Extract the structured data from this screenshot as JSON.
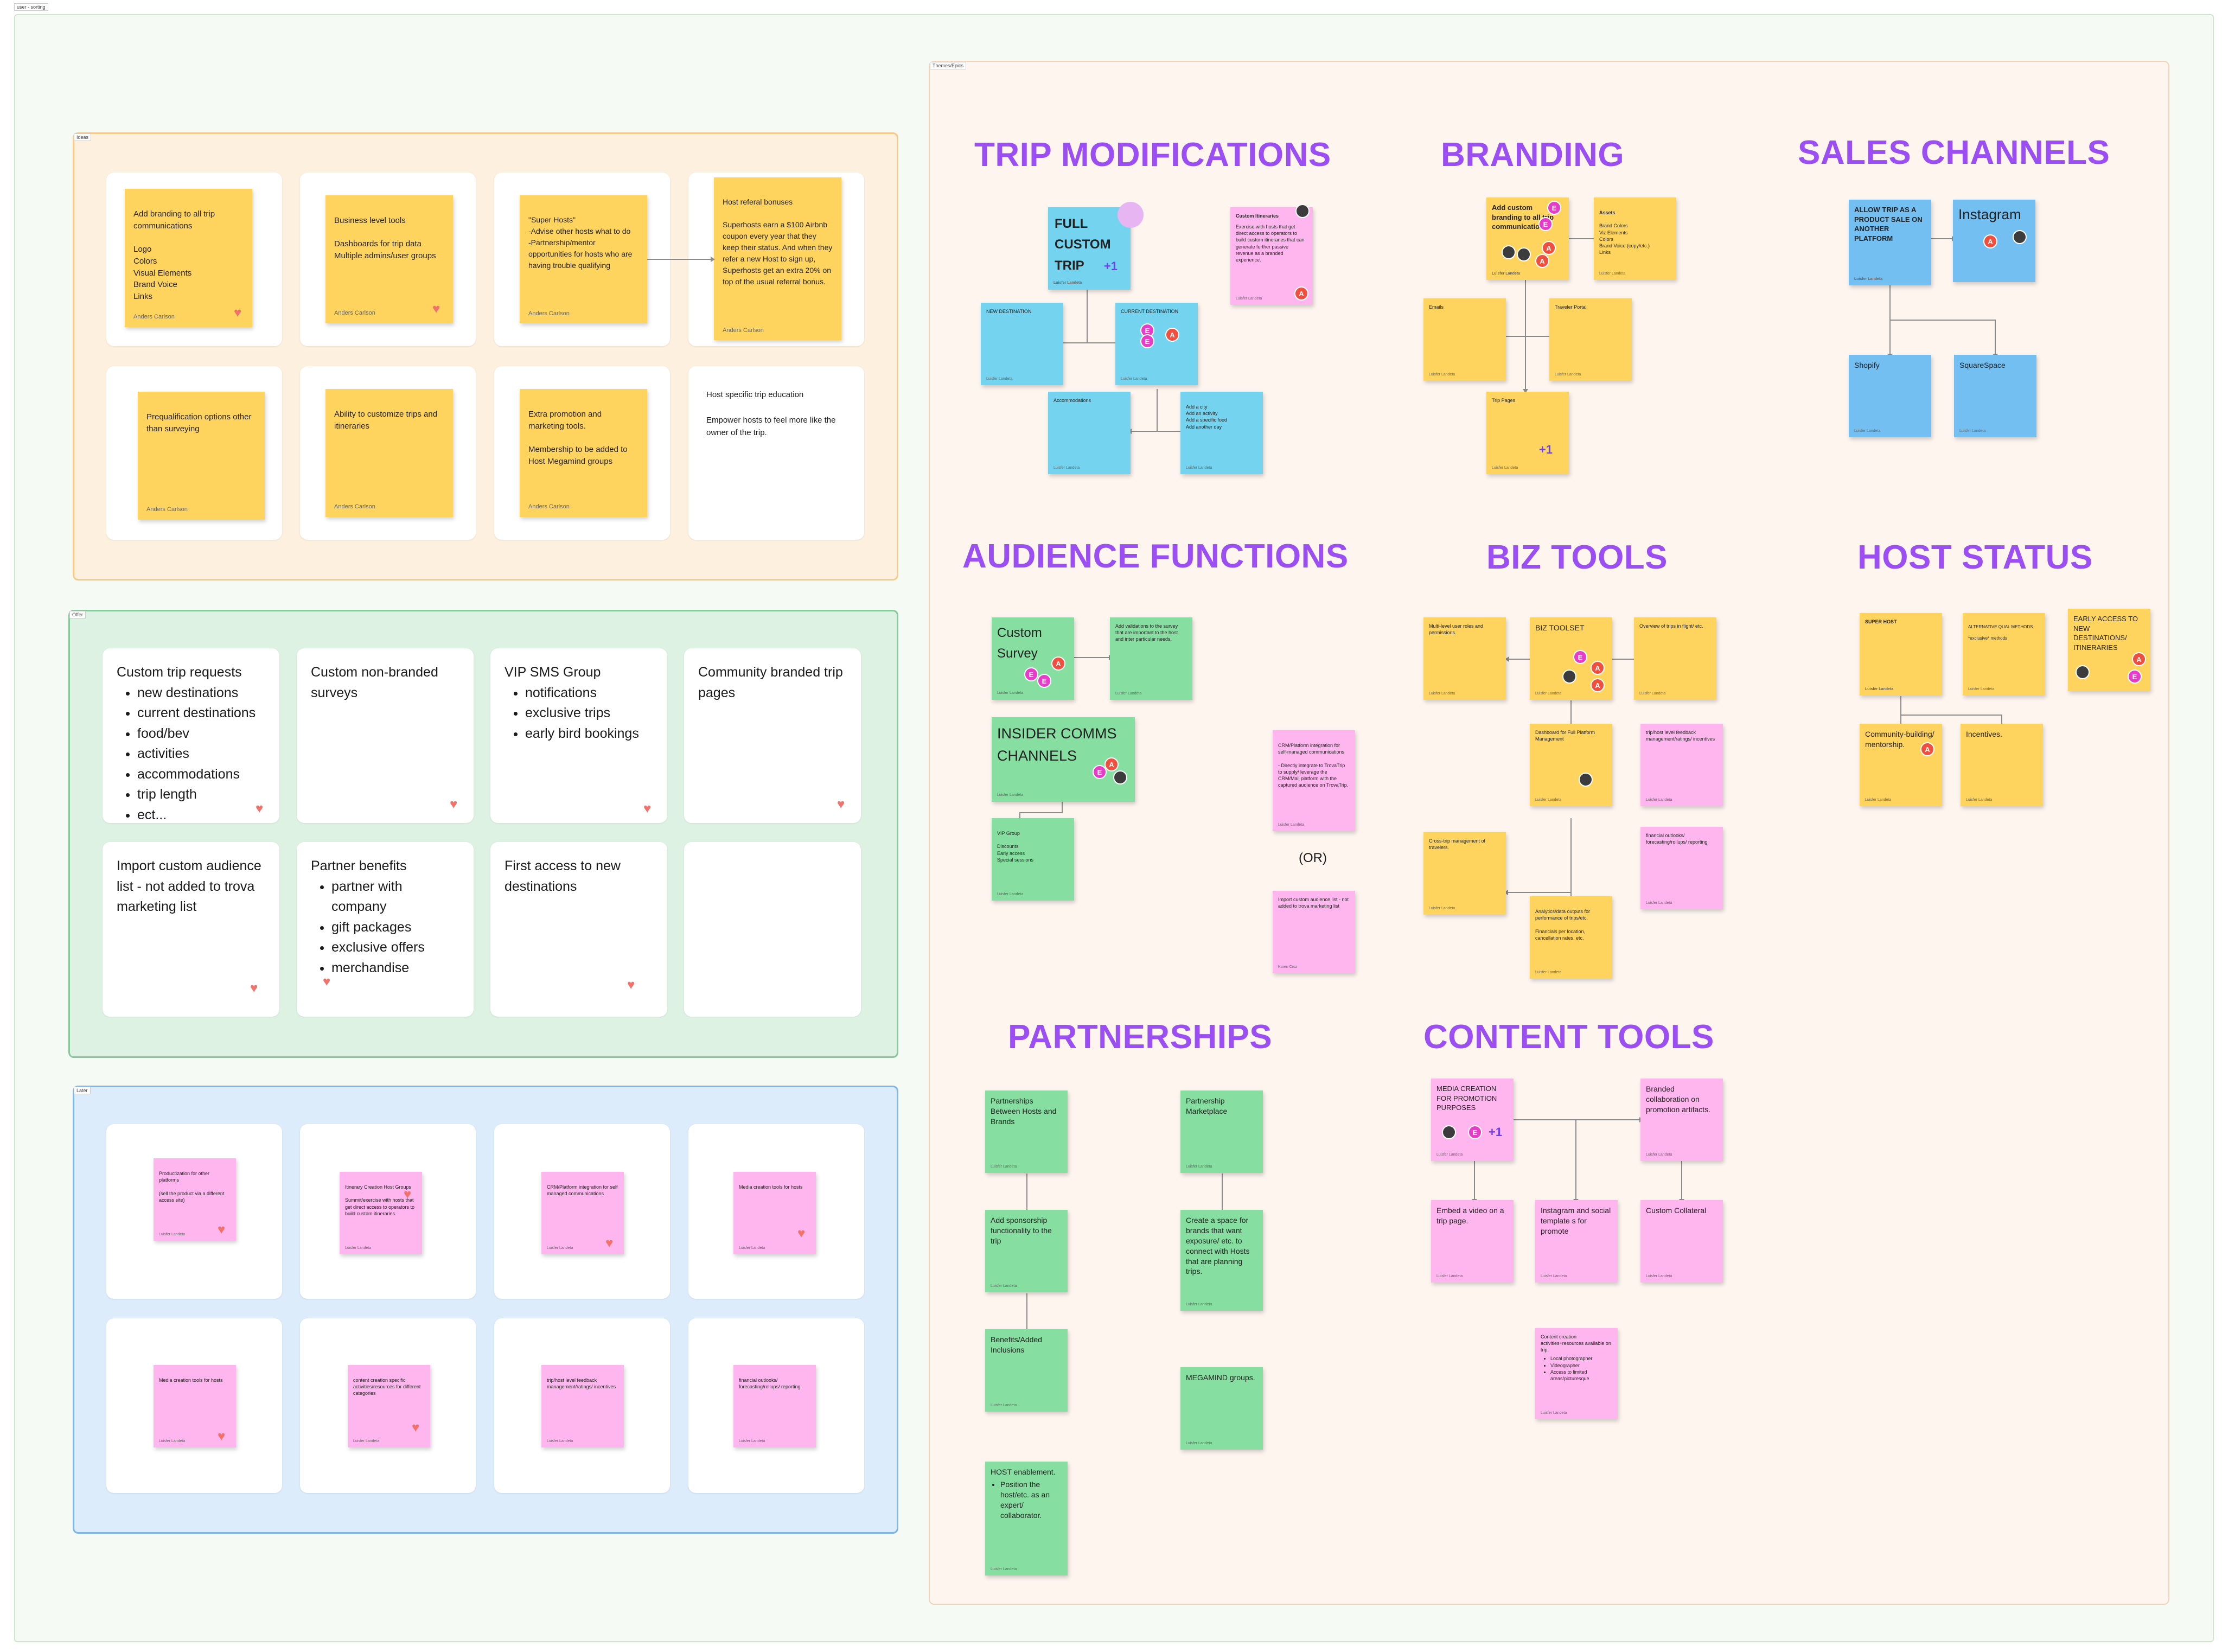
{
  "board": {
    "label": "user - sorting",
    "frames": {
      "ideas": "Ideas",
      "offer": "Offer",
      "later": "Later",
      "themes": "Themes/Epics"
    }
  },
  "ideas": {
    "cards": [
      {
        "text": "Add branding to all trip communications\n\nLogo\nColors\nVisual Elements\nBrand Voice\nLinks",
        "author": "Anders Carlson"
      },
      {
        "text": "Business level tools\n\nDashboards for trip data\nMultiple admins/user groups",
        "author": "Anders Carlson"
      },
      {
        "text": "\"Super Hosts\"\n-Advise other hosts what to do\n-Partnership/mentor opportunities for hosts who are having trouble qualifying",
        "author": "Anders Carlson"
      },
      {
        "text": "Host referal bonuses\n\nSuperhosts earn a $100 Airbnb coupon every year that they keep their status. And when they refer a new Host to sign up, Superhosts get an extra 20% on top of the usual referral bonus.",
        "author": "Anders Carlson"
      },
      {
        "text": "Prequalification options other than surveying",
        "author": "Anders Carlson"
      },
      {
        "text": "Ability to customize trips and itineraries",
        "author": "Anders Carlson"
      },
      {
        "text": "Extra promotion and marketing tools.\n\nMembership to be added to Host Megamind groups",
        "author": "Anders Carlson"
      },
      {
        "text": "Host specific trip education\n\nEmpower hosts to feel more like the owner of the trip.",
        "author": ""
      }
    ]
  },
  "offer": {
    "cards": [
      {
        "title": "Custom trip requests",
        "items": [
          "new destinations",
          "current destinations",
          "food/bev",
          "activities",
          "accommodations",
          "trip length",
          "ect..."
        ]
      },
      {
        "title": "Custom non-branded surveys",
        "items": []
      },
      {
        "title": "VIP SMS Group",
        "items": [
          "notifications",
          "exclusive trips",
          "early bird bookings"
        ]
      },
      {
        "title": "Community branded trip pages",
        "items": []
      },
      {
        "title": "Import custom audience list - not added to trova marketing list",
        "items": []
      },
      {
        "title": "Partner benefits",
        "items": [
          "partner with company",
          "gift packages",
          "exclusive offers",
          "merchandise"
        ]
      },
      {
        "title": "First access to new destinations",
        "items": []
      },
      {
        "title": "",
        "items": []
      }
    ]
  },
  "later": {
    "cards": [
      {
        "text": "Productization for other platforms\n\n(sell the product via a different access site)",
        "author": "Luisfer Landeta"
      },
      {
        "text": "Itinerary Creation Host Groups\n\nSummit/exercise with hosts that get direct access to operators to build custom itineraries.",
        "author": "Luisfer Landeta"
      },
      {
        "text": "CRM/Platform integration for self managed communications",
        "author": "Luisfer Landeta"
      },
      {
        "text": "Media creation tools for hosts",
        "author": "Luisfer Landeta"
      },
      {
        "text": "Media creation tools for hosts",
        "author": "Luisfer Landeta"
      },
      {
        "text": "content creation specific activities/resources for different categories",
        "author": "Luisfer Landeta"
      },
      {
        "text": "trip/host level feedback management/ratings/ incentives",
        "author": "Luisfer Landeta"
      },
      {
        "text": "financial outlooks/ forecasting/rollups/ reporting",
        "author": "Luisfer Landeta"
      }
    ]
  },
  "themes": {
    "titles": {
      "trip_mod": "TRIP MODIFICATIONS",
      "branding": "BRANDING",
      "sales": "SALES CHANNELS",
      "audience": "AUDIENCE FUNCTIONS",
      "biz": "BIZ TOOLS",
      "host": "HOST STATUS",
      "partner": "PARTNERSHIPS",
      "content": "CONTENT TOOLS"
    },
    "trip_mod": {
      "main": "FULL CUSTOM TRIP",
      "new_dest": "NEW DESTINATION",
      "cur_dest": "CURRENT DESTINATION",
      "accom": "Accommodations",
      "add": "Add a city\nAdd an activity\nAdd a specific food\nAdd another day",
      "itin_title": "Custom Itineraries",
      "itin_body": "Exercise with hosts that get direct access to operators to build custom itineraries that can generate further passive revenue as a branded experience.",
      "plus": "+1"
    },
    "branding": {
      "main": "Add custom branding to all trip communications",
      "assets_title": "Assets",
      "assets": "Brand Colors\nViz Elements\nColors\nBrand Voice (copy/etc.)\nLinks",
      "emails": "Emails",
      "portal": "Traveler Portal",
      "pages": "Trip Pages",
      "plus": "+1"
    },
    "sales": {
      "main": "ALLOW TRIP AS A PRODUCT SALE ON ANOTHER PLATFORM",
      "instagram": "Instagram",
      "shopify": "Shopify",
      "squarespace": "SquareSpace"
    },
    "audience": {
      "survey": "Custom Survey",
      "validations": "Add validations to the survey that are important to the host and inter particular needs.",
      "insider": "INSIDER COMMS CHANNELS",
      "vip": "VIP Group\n\nDiscounts\nEarly access\nSpecial sessions",
      "crm": "CRM/Platform integration for self-managed communications\n\n- Directly integrate to TrovaTrip to supply/ leverage the CRM/Mail platform with the captured audience on TrovaTrip.",
      "or": "(OR)",
      "import": "Import custom audience list - not added to trova marketing list"
    },
    "biz": {
      "multi": "Multi-level user roles and permissions.",
      "toolset": "BIZ TOOLSET",
      "overview": "Overview of trips in flight/ etc.",
      "dashboard": "Dashboard for Full Platform Management",
      "feedback": "trip/host level feedback management/ratings/ incentives",
      "cross": "Cross-trip management of travelers.",
      "financial": "financial outlooks/ forecasting/rollups/ reporting",
      "analytics": "Analytics/data outputs for performance of trips/etc.\n\nFinancials per location, cancellation rates, etc."
    },
    "host": {
      "super": "SUPER HOST",
      "alt": "ALTERNATIVE QUAL METHODS\n\n*exclusive* methods",
      "early": "EARLY ACCESS TO NEW DESTINATIONS/ ITINERARIES",
      "community": "Community-building/ mentorship.",
      "incentives": "Incentives."
    },
    "partner": {
      "between": "Partnerships Between Hosts and Brands",
      "marketplace": "Partnership Marketplace",
      "sponsorship": "Add sponsorship functionality to the trip",
      "space": "Create a space for brands that want exposure/ etc. to connect with Hosts that are planning trips.",
      "benefits": "Benefits/Added Inclusions",
      "megamind": "MEGAMIND groups.",
      "host_enable": "HOST enablement.",
      "host_item": "Position the host/etc. as an expert/ collaborator."
    },
    "content": {
      "media": "MEDIA CREATION FOR PROMOTION PURPOSES",
      "branded": "Branded collaboration on promotion artifacts.",
      "embed": "Embed a video on a trip page.",
      "instagram": "Instagram and social template s for promote",
      "collateral": "Custom Collateral",
      "activities": "Content creation activities+resources available on trip.",
      "activities_items": [
        "Local photographer",
        "Videographer",
        "Access to limited areas/picturesque"
      ],
      "plus": "+1"
    },
    "author": "Luisfer Landeta",
    "author2": "Karen Cruz"
  },
  "colors": {
    "purple_title": "#9b4ff2",
    "yellow": "#ffd45e",
    "green": "#86dfa0",
    "cyan": "#74d4ef",
    "pink": "#ffb6ee",
    "blue": "#74bff2",
    "heart": "#f0726a"
  }
}
